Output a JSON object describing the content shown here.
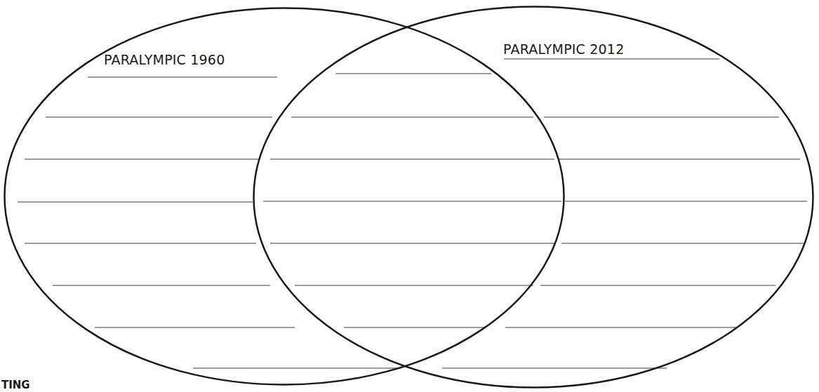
{
  "diagram": {
    "nodes": [
      {
        "text": [
          "PARALYMPIC 1960"
        ]
      },
      {
        "text": [
          "PARALYMPIC 2012"
        ]
      }
    ],
    "labels": [
      "TING"
    ]
  }
}
